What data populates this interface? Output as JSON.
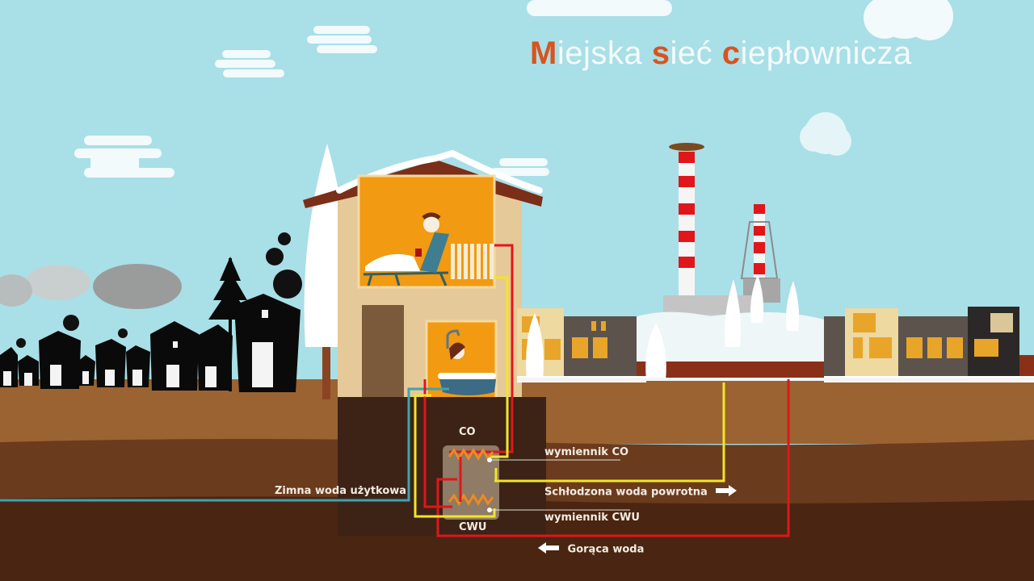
{
  "title": {
    "parts": [
      {
        "text": "M",
        "accent": true
      },
      {
        "text": "iejska ",
        "accent": false
      },
      {
        "text": "s",
        "accent": true
      },
      {
        "text": "ieć ",
        "accent": false
      },
      {
        "text": "c",
        "accent": true
      },
      {
        "text": "iepłownicza",
        "accent": false
      }
    ],
    "full": "Miejska sieć ciepłownicza"
  },
  "labels": {
    "co": "CO",
    "cwu": "CWU",
    "exchanger_co": "wymiennik CO",
    "exchanger_cwu": "wymiennik CWU",
    "cooled_return": "Schłodzona woda powrotna",
    "hot_water": "Gorąca woda",
    "cold_water": "Zimna woda użytkowa"
  },
  "colors": {
    "sky": "#a9dfe7",
    "accent": "#d9531e",
    "hot_pipe": "#e0161b",
    "return_pipe": "#f2e42a",
    "cold_pipe": "#3fa3b0",
    "ground_top": "#9a6331",
    "ground_mid": "#6b3b1d",
    "ground_deep": "#4a2512",
    "house_wall": "#e6c998",
    "room_orange": "#f19a12",
    "roof": "#7b2e18"
  },
  "icons": {
    "arrow_right": "arrow-right-icon",
    "arrow_left": "arrow-left-icon"
  }
}
